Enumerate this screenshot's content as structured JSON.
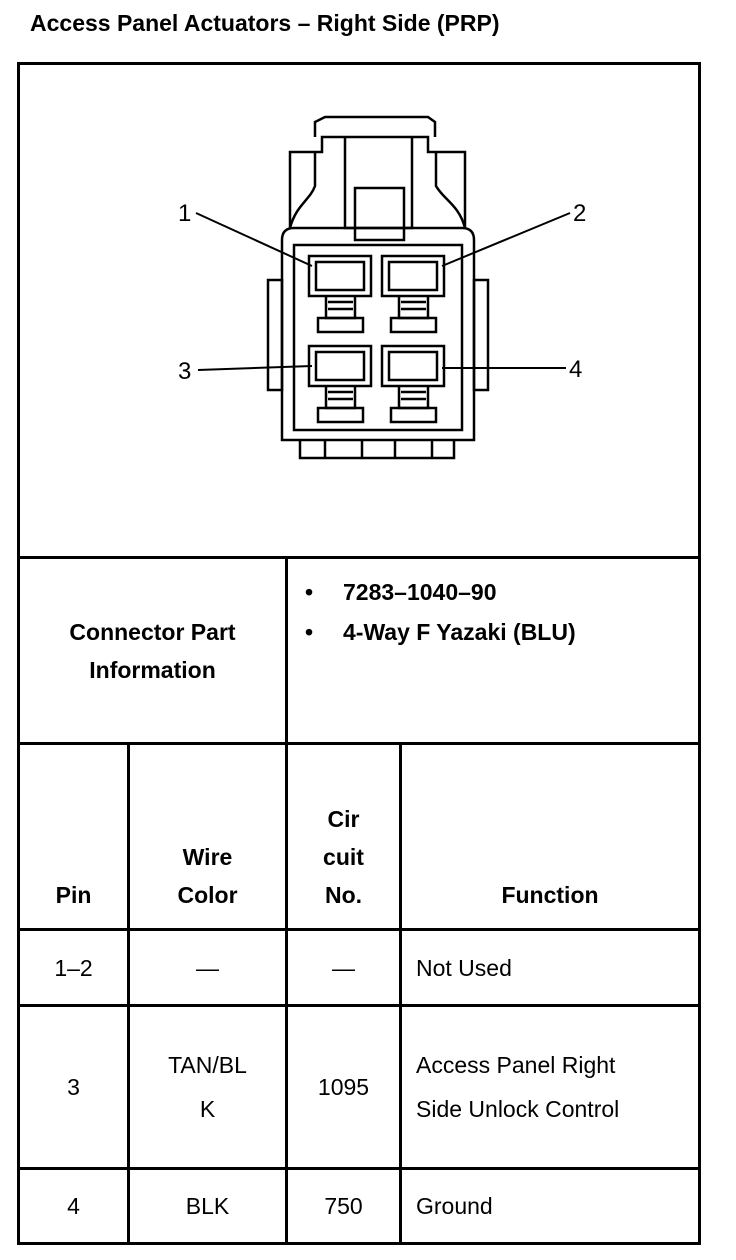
{
  "title": "Access Panel Actuators – Right Side (PRP)",
  "diagram": {
    "pin_labels": [
      "1",
      "2",
      "3",
      "4"
    ]
  },
  "connector_info": {
    "label": "Connector Part Information",
    "bullet_char": "•",
    "items": [
      "7283–1040–90",
      "4-Way F Yazaki (BLU)"
    ]
  },
  "table": {
    "headers": {
      "pin": "Pin",
      "wire_color": "Wire Color",
      "circuit": "Cir cuit No.",
      "function": "Function"
    },
    "rows": [
      {
        "pin": "1–2",
        "wire_color": "—",
        "circuit": "—",
        "function": "Not Used"
      },
      {
        "pin": "3",
        "wire_color": "TAN/BLK",
        "circuit": "1095",
        "function": "Access Panel Right Side Unlock Control"
      },
      {
        "pin": "4",
        "wire_color": "BLK",
        "circuit": "750",
        "function": "Ground"
      }
    ]
  }
}
